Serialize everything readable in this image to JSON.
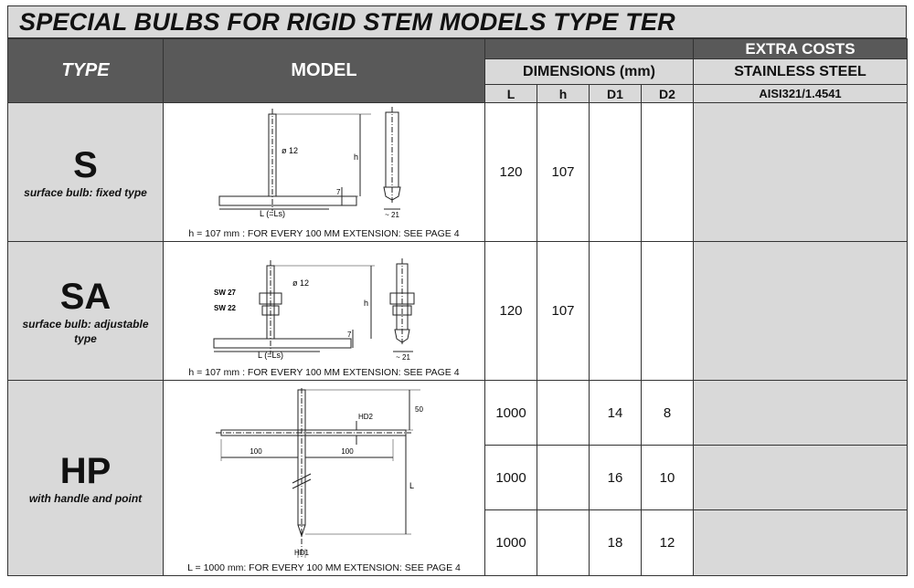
{
  "title": "SPECIAL BULBS FOR RIGID STEM MODELS TYPE TER",
  "header": {
    "type": "TYPE",
    "model": "MODEL",
    "dimensions": "DIMENSIONS (mm)",
    "extra_costs": "EXTRA COSTS",
    "stainless": "STAINLESS STEEL",
    "material": "AISI321/1.4541",
    "dim_cols": [
      "L",
      "h",
      "D1",
      "D2"
    ]
  },
  "rows": [
    {
      "type": "S",
      "desc": "surface bulb: fixed type",
      "note": "h = 107 mm : FOR EVERY 100 MM EXTENSION: SEE PAGE 4",
      "drawing_labels": {
        "dia": "ø 12",
        "h": "h",
        "seven": "7",
        "length": "L (=Ls)",
        "width": "~ 21"
      },
      "dims": [
        {
          "L": "120",
          "h": "107",
          "D1": "",
          "D2": ""
        }
      ]
    },
    {
      "type": "SA",
      "desc": "surface bulb:   adjustable type",
      "note": "h = 107 mm : FOR EVERY 100 MM EXTENSION: SEE PAGE 4",
      "drawing_labels": {
        "dia": "ø 12",
        "sw1": "SW 27",
        "sw2": "SW 22",
        "h": "h",
        "seven": "7",
        "length": "L (=Ls)",
        "width": "~ 21"
      },
      "dims": [
        {
          "L": "120",
          "h": "107",
          "D1": "",
          "D2": ""
        }
      ]
    },
    {
      "type": "HP",
      "desc": "with handle and point",
      "note": "L  = 1000 mm: FOR EVERY 100 MM EXTENSION: SEE PAGE  4",
      "drawing_labels": {
        "left": "100",
        "right": "100",
        "d2": "HD2",
        "fifty": "50",
        "l": "L",
        "d1": "HD1"
      },
      "dims": [
        {
          "L": "1000",
          "h": "",
          "D1": "14",
          "D2": "8"
        },
        {
          "L": "1000",
          "h": "",
          "D1": "16",
          "D2": "10"
        },
        {
          "L": "1000",
          "h": "",
          "D1": "18",
          "D2": "12"
        }
      ]
    }
  ]
}
